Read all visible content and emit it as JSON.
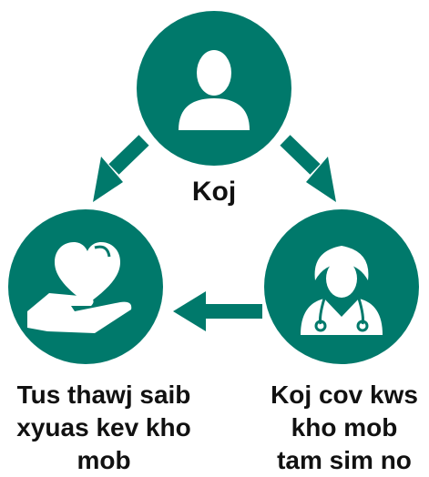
{
  "colors": {
    "teal": "#00796B",
    "icon": "#ffffff",
    "text": "#111111"
  },
  "nodes": {
    "top": {
      "label": "Koj",
      "icon": "person-icon"
    },
    "left": {
      "label": "Tus thawj saib\nxyuas kev kho\nmob",
      "icon": "heart-in-hand-icon"
    },
    "right": {
      "label": "Koj cov kws\nkho mob\ntam sim no",
      "icon": "doctor-icon"
    }
  },
  "edges": [
    {
      "from": "top",
      "to": "left"
    },
    {
      "from": "top",
      "to": "right"
    },
    {
      "from": "right",
      "to": "left"
    }
  ]
}
